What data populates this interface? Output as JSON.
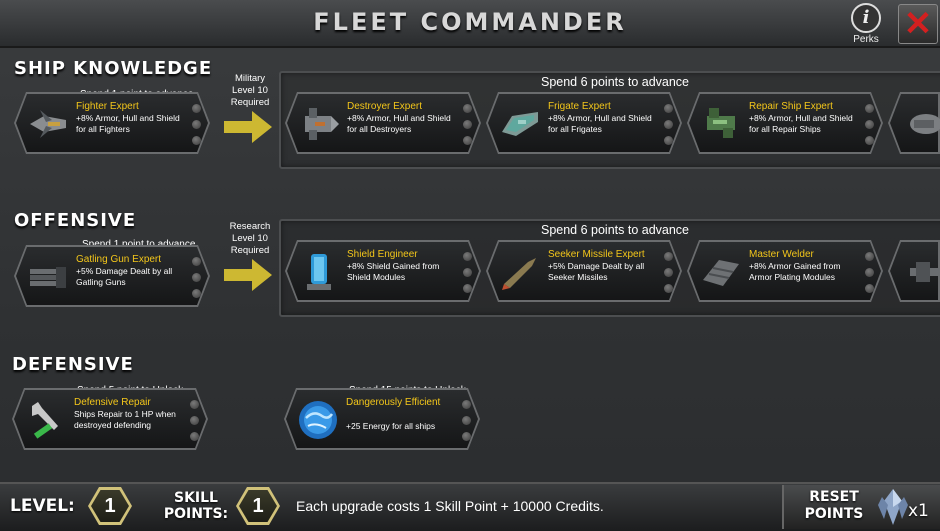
{
  "header": {
    "title": "FLEET COMMANDER",
    "perks_label": "Perks",
    "perks_glyph": "i"
  },
  "sections": {
    "ship_knowledge": {
      "title": "SHIP KNOWLEDGE",
      "base_spend": "Spend 1 point to advance",
      "requirement": [
        "Military",
        "Level 10",
        "Required"
      ],
      "advance_spend": "Spend 6 points to advance",
      "cards": [
        {
          "name": "Fighter Expert",
          "desc": "+8% Armor, Hull and Shield for all Fighters",
          "icon": "fighter-ship-icon"
        },
        {
          "name": "Destroyer Expert",
          "desc": "+8% Armor, Hull and Shield for all Destroyers",
          "icon": "destroyer-ship-icon"
        },
        {
          "name": "Frigate Expert",
          "desc": "+8% Armor, Hull and Shield for all Frigates",
          "icon": "frigate-ship-icon"
        },
        {
          "name": "Repair Ship Expert",
          "desc": "+8% Armor, Hull and Shield for all Repair Ships",
          "icon": "repair-ship-icon"
        }
      ]
    },
    "offensive": {
      "title": "OFFENSIVE",
      "base_spend": "Spend 1 point to advance",
      "requirement": [
        "Research",
        "Level 10",
        "Required"
      ],
      "advance_spend": "Spend 6 points to advance",
      "cards": [
        {
          "name": "Gatling Gun Expert",
          "desc": "+5% Damage Dealt by all Gatling Guns",
          "icon": "gatling-gun-icon"
        },
        {
          "name": "Shield Engineer",
          "desc": "+8% Shield Gained from Shield Modules",
          "icon": "shield-module-icon"
        },
        {
          "name": "Seeker Missile Expert",
          "desc": "+5% Damage Dealt by all Seeker Missiles",
          "icon": "seeker-missile-icon"
        },
        {
          "name": "Master Welder",
          "desc": "+8% Armor Gained from Armor Plating Modules",
          "icon": "armor-plating-icon"
        }
      ]
    },
    "defensive": {
      "title": "DEFENSIVE",
      "cards": [
        {
          "spend": "Spend 5 point to Unlock",
          "name": "Defensive Repair",
          "desc": "Ships Repair to 1 HP when destroyed defending",
          "icon": "wrench-icon"
        },
        {
          "spend": "Spend 15 points to Unlock",
          "name": "Dangerously Efficient",
          "desc": "+25 Energy for all ships",
          "icon": "energy-orb-icon"
        }
      ]
    }
  },
  "footer": {
    "level_label": "LEVEL:",
    "level_value": "1",
    "skill_label_1": "SKILL",
    "skill_label_2": "POINTS:",
    "skill_value": "1",
    "note": "Each upgrade costs 1 Skill Point + 10000 Credits.",
    "reset_label_1": "RESET",
    "reset_label_2": "POINTS",
    "reset_count": "x1"
  },
  "colors": {
    "accent": "#f3c61a",
    "arrow": "#cdb832",
    "close": "#d32020"
  }
}
